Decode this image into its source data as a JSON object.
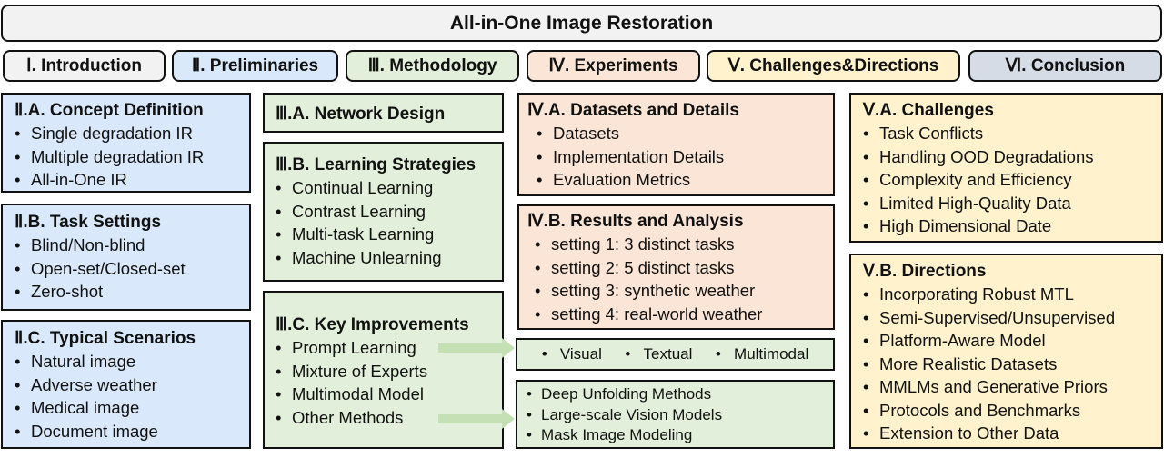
{
  "title": "All-in-One Image Restoration",
  "tabs": [
    {
      "label": "Ⅰ. Introduction"
    },
    {
      "label": "Ⅱ. Preliminaries"
    },
    {
      "label": "Ⅲ. Methodology"
    },
    {
      "label": "Ⅳ. Experiments"
    },
    {
      "label": "Ⅴ. Challenges&Directions"
    },
    {
      "label": "Ⅵ. Conclusion"
    }
  ],
  "col2": {
    "a": {
      "heading": "Ⅱ.A. Concept Definition",
      "items": [
        "Single degradation IR",
        "Multiple degradation IR",
        "All-in-One IR"
      ]
    },
    "b": {
      "heading": "Ⅱ.B. Task Settings",
      "items": [
        "Blind/Non-blind",
        "Open-set/Closed-set",
        "Zero-shot"
      ]
    },
    "c": {
      "heading": "Ⅱ.C. Typical Scenarios",
      "items": [
        "Natural image",
        "Adverse weather",
        "Medical image",
        "Document image"
      ]
    }
  },
  "col3": {
    "a": {
      "heading": "Ⅲ.A. Network Design"
    },
    "b": {
      "heading": "Ⅲ.B. Learning Strategies",
      "items": [
        "Continual Learning",
        "Contrast Learning",
        "Multi-task Learning",
        "Machine Unlearning"
      ]
    },
    "c": {
      "heading": "Ⅲ.C. Key Improvements",
      "items": [
        "Prompt Learning",
        "Mixture of Experts",
        "Multimodal Model",
        "Other Methods"
      ]
    },
    "prompt_types": [
      "Visual",
      "Textual",
      "Multimodal"
    ],
    "other_methods": [
      "Deep Unfolding Methods",
      "Large-scale Vision Models",
      "Mask Image Modeling"
    ]
  },
  "col4": {
    "a": {
      "heading": "Ⅳ.A. Datasets and Details",
      "items": [
        "Datasets",
        "Implementation Details",
        "Evaluation Metrics"
      ]
    },
    "b": {
      "heading": "Ⅳ.B. Results and Analysis",
      "items": [
        "setting 1: 3 distinct tasks",
        "setting 2: 5 distinct tasks",
        "setting 3: synthetic weather",
        "setting 4: real-world weather"
      ]
    }
  },
  "col5": {
    "a": {
      "heading": "Ⅴ.A. Challenges",
      "items": [
        "Task Conflicts",
        "Handling OOD Degradations",
        "Complexity and Efficiency",
        "Limited High-Quality Data",
        "High Dimensional Date"
      ]
    },
    "b": {
      "heading": "Ⅴ.B. Directions",
      "items": [
        "Incorporating Robust MTL",
        "Semi-Supervised/Unsupervised",
        "Platform-Aware Model",
        "More Realistic Datasets",
        "MMLMs and Generative Priors",
        "Protocols and Benchmarks",
        "Extension to Other Data"
      ]
    }
  },
  "colors": {
    "blue": "#dae8fc",
    "green": "#e2efda",
    "pink": "#fbe5d6",
    "yellow": "#fff2cc",
    "gray": "#d6dce5",
    "arrow": "#c5e0b4"
  }
}
